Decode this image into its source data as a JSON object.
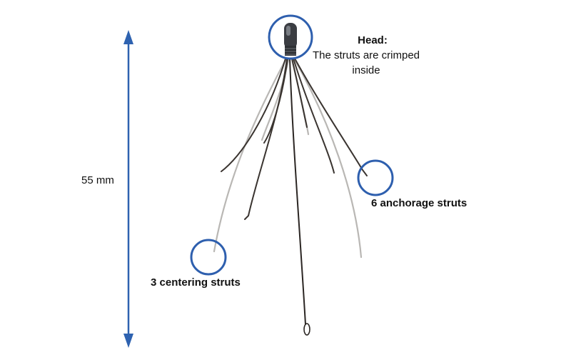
{
  "dimension": {
    "label": "55 mm"
  },
  "head_callout": {
    "title": "Head:",
    "description": "The struts are crimped inside"
  },
  "anchorage_callout": {
    "label": "6 anchorage struts"
  },
  "centering_callout": {
    "label": "3 centering struts"
  },
  "colors": {
    "arrow": "#2e62b0",
    "highlight_circle": "#2e5fae",
    "anchorage_strut": "#3a3430",
    "centering_strut": "#b9b7b4",
    "central_strut": "#2b2623",
    "head": "#3b3d42"
  },
  "icons": {
    "dimension_arrow": "double-headed-vertical-arrow",
    "highlight": "circle-outline"
  }
}
